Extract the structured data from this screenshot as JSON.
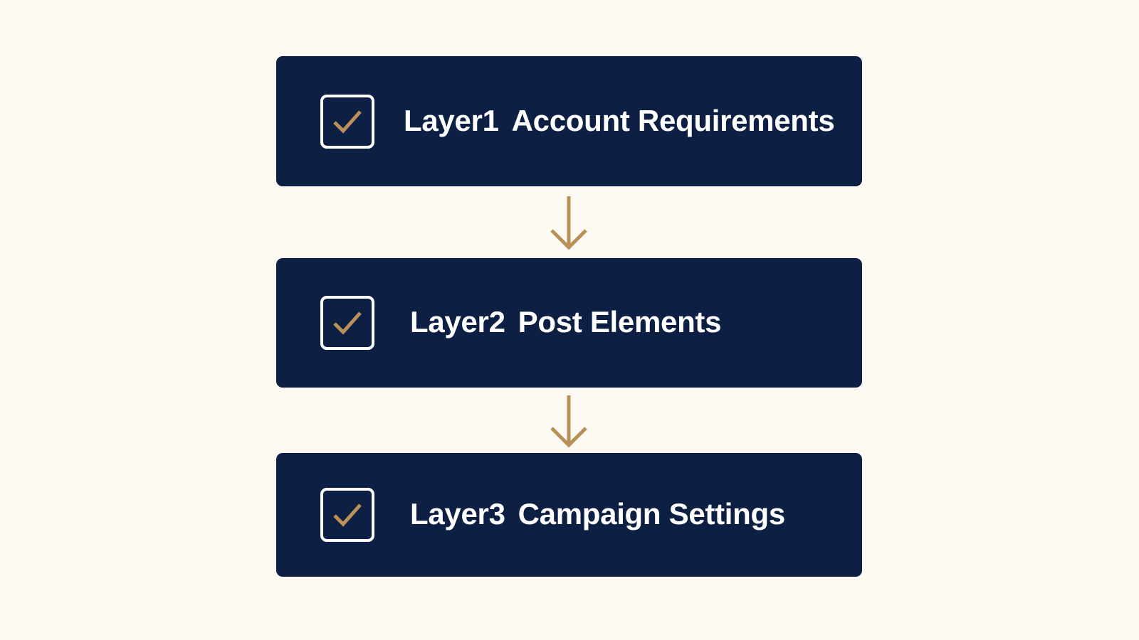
{
  "colors": {
    "background": "#fcf9f3",
    "box_fill": "#0e1f44",
    "text": "#ffffff",
    "checkbox_border": "#ffffff",
    "accent_gold": "#b99158"
  },
  "layers": [
    {
      "layer": "Layer1",
      "title": "Account Requirements",
      "checked": true,
      "icon": "checkbox-checked-icon"
    },
    {
      "layer": "Layer2",
      "title": "Post Elements",
      "checked": true,
      "icon": "checkbox-checked-icon"
    },
    {
      "layer": "Layer3",
      "title": "Campaign Settings",
      "checked": true,
      "icon": "checkbox-checked-icon"
    }
  ],
  "connectors": [
    {
      "from": "Layer1",
      "to": "Layer2",
      "icon": "arrow-down-icon"
    },
    {
      "from": "Layer2",
      "to": "Layer3",
      "icon": "arrow-down-icon"
    }
  ]
}
